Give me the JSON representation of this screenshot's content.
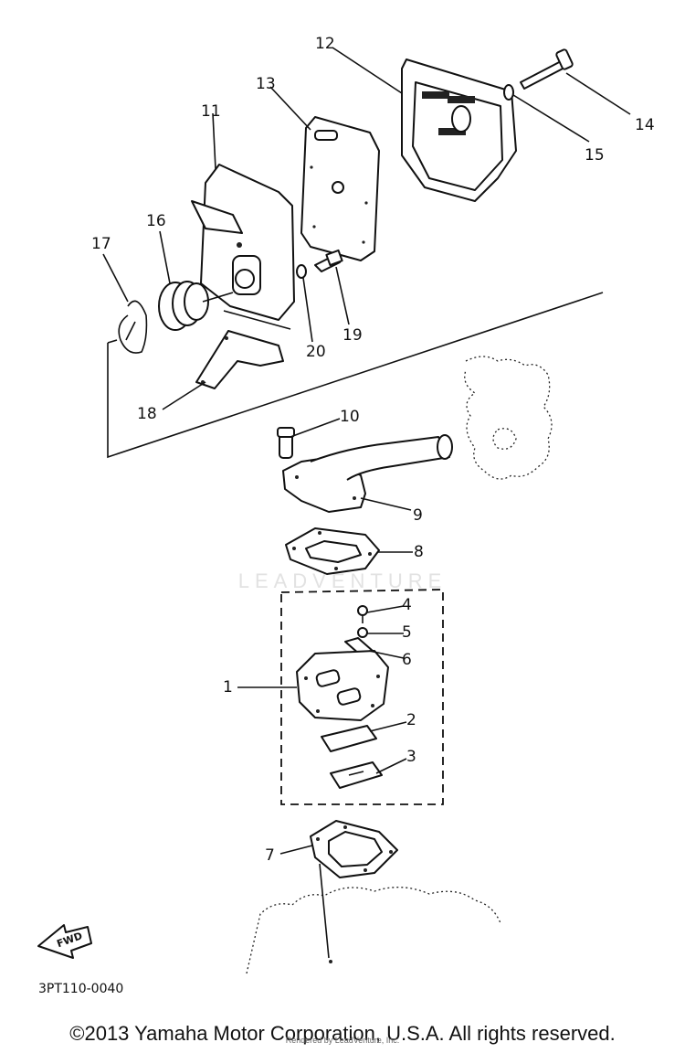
{
  "diagram": {
    "watermark": "LEADVENTURE",
    "doc_code": "3PT110-0040",
    "fwd_label": "FWD",
    "copyright": "©2013 Yamaha Motor Corporation, U.S.A. All rights reserved.",
    "tiny_credit": "Rendered by LeadVenture, Inc.",
    "callouts": [
      "1",
      "2",
      "3",
      "4",
      "5",
      "6",
      "7",
      "8",
      "9",
      "10",
      "11",
      "12",
      "13",
      "14",
      "15",
      "16",
      "17",
      "18",
      "19",
      "20"
    ]
  }
}
